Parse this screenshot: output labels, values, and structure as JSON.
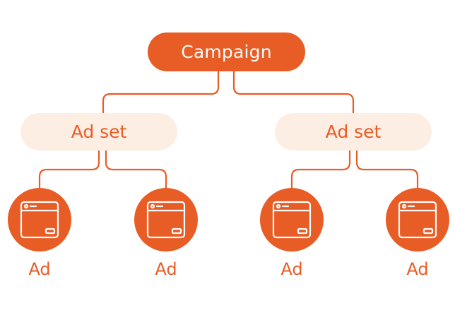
{
  "campaign": {
    "label": "Campaign"
  },
  "ad_sets": [
    {
      "label": "Ad set"
    },
    {
      "label": "Ad set"
    }
  ],
  "ads": [
    {
      "label": "Ad",
      "icon": "ad-window-icon"
    },
    {
      "label": "Ad",
      "icon": "ad-window-icon"
    },
    {
      "label": "Ad",
      "icon": "ad-window-icon"
    },
    {
      "label": "Ad",
      "icon": "ad-window-icon"
    }
  ],
  "colors": {
    "accent": "#e85c25",
    "accent_text": "#ffffff",
    "adset_fill": "#fdeee3",
    "adset_text": "#e85c25",
    "connector": "#e85c25",
    "label": "#e85c25",
    "background": "#ffffff"
  }
}
